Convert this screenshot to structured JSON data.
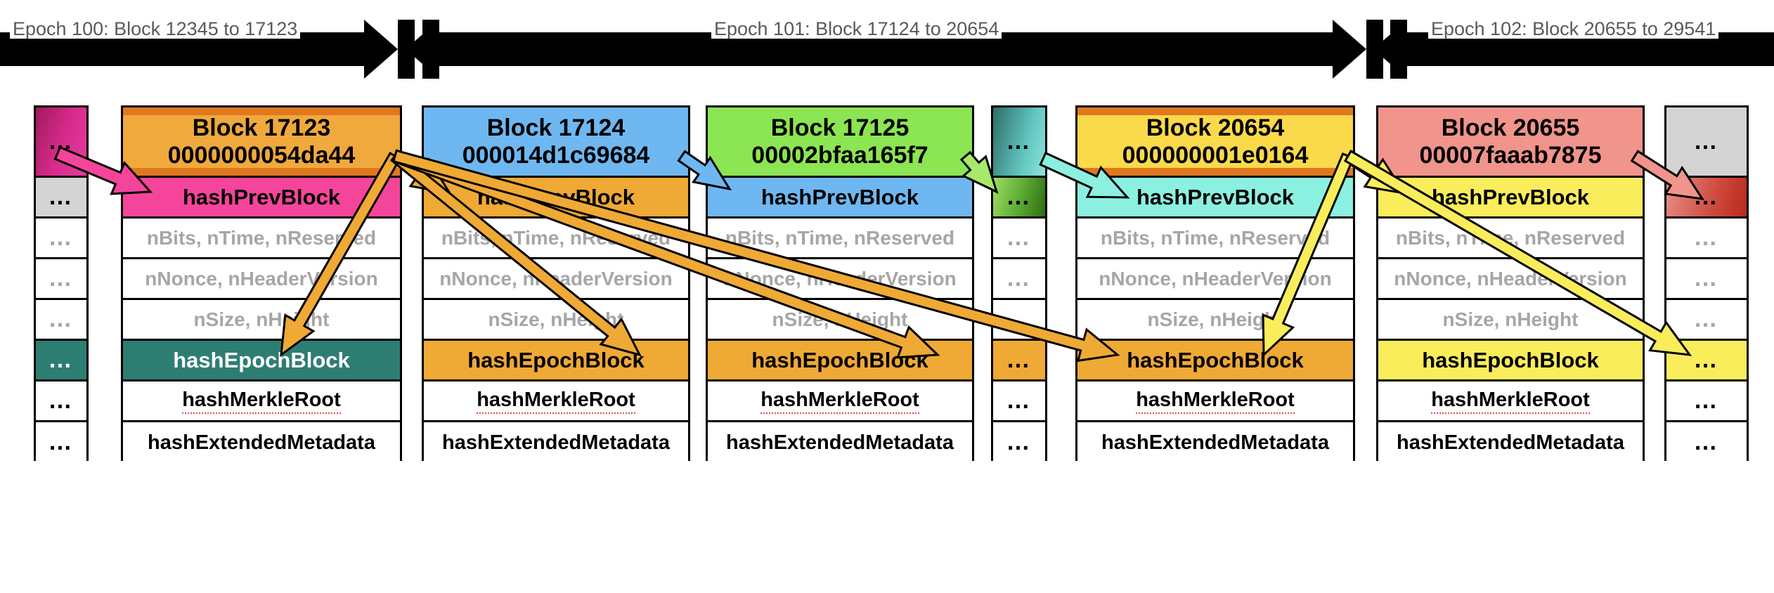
{
  "epochs": [
    {
      "id": "epoch-100",
      "label": "Epoch 100: Block 12345 to 17123"
    },
    {
      "id": "epoch-101",
      "label": "Epoch 101: Block 17124 to 20654"
    },
    {
      "id": "epoch-102",
      "label": "Epoch 102: Block 20655 to 29541"
    }
  ],
  "field_labels": {
    "hash_prev_block": "hashPrevBlock",
    "nbits_row": "nBits, nTime, nReserved",
    "nnonce_row": "nNonce, nHeaderVersion",
    "nsize_row": "nSize, nHeight",
    "hash_epoch_block": "hashEpochBlock",
    "hash_merkle_root": "hashMerkleRoot",
    "hash_extended_metadata": "hashExtendedMetadata",
    "ellipsis": "…"
  },
  "columns": [
    {
      "kind": "dots",
      "name": "dots-left",
      "cells": [
        {
          "text": "…",
          "tone": "magenta-grad"
        },
        {
          "text": "…",
          "tone": "lightgray"
        },
        {
          "text": "…",
          "tone": "white-faint"
        },
        {
          "text": "…",
          "tone": "white-faint"
        },
        {
          "text": "…",
          "tone": "white-faint"
        },
        {
          "text": "…",
          "tone": "teal"
        },
        {
          "text": "…",
          "tone": "white"
        },
        {
          "text": "…",
          "tone": "white"
        }
      ]
    },
    {
      "kind": "block",
      "name": "block-17123",
      "title": "Block 17123",
      "hash": "0000000054da44",
      "header_fill": "#f0a93c",
      "header_accent": "#e07820",
      "prev_fill": "#f5459b",
      "epoch_fill": "#2e7d73",
      "epoch_text": "light"
    },
    {
      "kind": "block",
      "name": "block-17124",
      "title": "Block 17124",
      "hash": "000014d1c69684",
      "header_fill": "#6fb7f0",
      "header_accent": "",
      "prev_fill": "#efa935",
      "epoch_fill": "#efa935",
      "epoch_text": "dark"
    },
    {
      "kind": "block",
      "name": "block-17125",
      "title": "Block 17125",
      "hash": "00002bfaa165f7",
      "header_fill": "#8ce552",
      "header_accent": "",
      "prev_fill": "#6fb7f0",
      "epoch_fill": "#efa935",
      "epoch_text": "dark"
    },
    {
      "kind": "dots",
      "name": "dots-middle",
      "cells": [
        {
          "text": "…",
          "tone": "teal-cyan-grad"
        },
        {
          "text": "…",
          "tone": "green-grad"
        },
        {
          "text": "…",
          "tone": "white-faint"
        },
        {
          "text": "…",
          "tone": "white-faint"
        },
        {
          "text": "…",
          "tone": "white-faint"
        },
        {
          "text": "…",
          "tone": "orange"
        },
        {
          "text": "…",
          "tone": "white"
        },
        {
          "text": "…",
          "tone": "white"
        }
      ]
    },
    {
      "kind": "block",
      "name": "block-20654",
      "title": "Block 20654",
      "hash": "000000001e0164",
      "header_fill": "#fada4a",
      "header_accent": "#e07820",
      "prev_fill": "#8cf0e0",
      "epoch_fill": "#efa935",
      "epoch_text": "dark"
    },
    {
      "kind": "block",
      "name": "block-20655",
      "title": "Block 20655",
      "hash": "00007faaab7875",
      "header_fill": "#f0948c",
      "header_accent": "",
      "prev_fill": "#faed5c",
      "epoch_fill": "#faed5c",
      "epoch_text": "dark"
    },
    {
      "kind": "dots",
      "name": "dots-right",
      "cells": [
        {
          "text": "…",
          "tone": "lightgray"
        },
        {
          "text": "…",
          "tone": "red-grad"
        },
        {
          "text": "…",
          "tone": "white-faint"
        },
        {
          "text": "…",
          "tone": "white-faint"
        },
        {
          "text": "…",
          "tone": "white-faint"
        },
        {
          "text": "…",
          "tone": "yellow"
        },
        {
          "text": "…",
          "tone": "white"
        },
        {
          "text": "…",
          "tone": "white"
        }
      ]
    }
  ],
  "arrow_colors": {
    "pink": "#f5459b",
    "orange": "#efa935",
    "blue": "#6fb7f0",
    "green": "#a8e86a",
    "cyan": "#8cf0e0",
    "yellow": "#faed5c",
    "salmon": "#f0948c",
    "outline": "#000000"
  }
}
